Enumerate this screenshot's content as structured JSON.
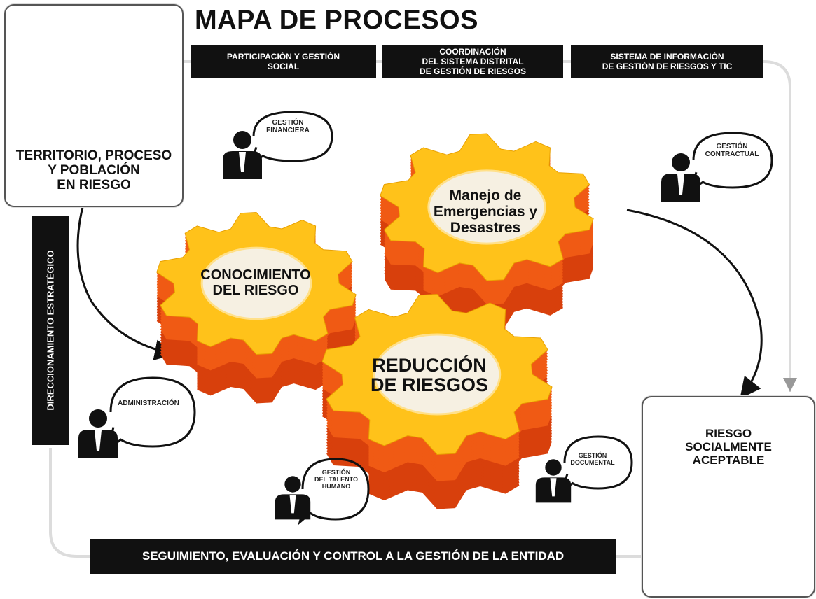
{
  "title": "MAPA DE PROCESOS",
  "top_bars": [
    {
      "label": "Participación y gestión\nsocial"
    },
    {
      "label": "Coordinación\ndel sistema distrital\nde gestión de riesgos"
    },
    {
      "label": "Sistema de información\nde gestión de riesgos y TIC"
    }
  ],
  "territory_box": {
    "label": "Territorio, proceso\ny población\nen riesgo"
  },
  "side_bar": {
    "label": "DIRECCIONAMIENTO ESTRATÉGICO"
  },
  "gears": [
    {
      "label": "Conocimiento\ndel riesgo"
    },
    {
      "label": "Manejo de\nEmergencias y\nDesastres"
    },
    {
      "label": "Reducción\nde riesgos"
    }
  ],
  "roles": [
    {
      "label": "Gestión\nFINANCIERA"
    },
    {
      "label": "Gestión\nCONTRACTUAL"
    },
    {
      "label": "ADMINISTRACIÓN"
    },
    {
      "label": "Gestión\nDEL TALENTO\nHUMANO"
    },
    {
      "label": "Gestión\nDOCUMENTAL"
    }
  ],
  "outcome_box": {
    "label": "Riesgo\nsocialmente\naceptable"
  },
  "bottom_bar": {
    "label": "SEGUIMIENTO, EVALUACIÓN Y CONTROL A LA GESTIÓN DE LA ENTIDAD"
  },
  "colors": {
    "gear_top": "#ffc21a",
    "gear_side": "#f05a14",
    "bar": "#111111",
    "connector": "#dddddd"
  },
  "icons": [
    "people-icon",
    "speech-bubble-icon",
    "businessman-icon",
    "handshake-icon",
    "gear-icon",
    "arrow-icon"
  ]
}
